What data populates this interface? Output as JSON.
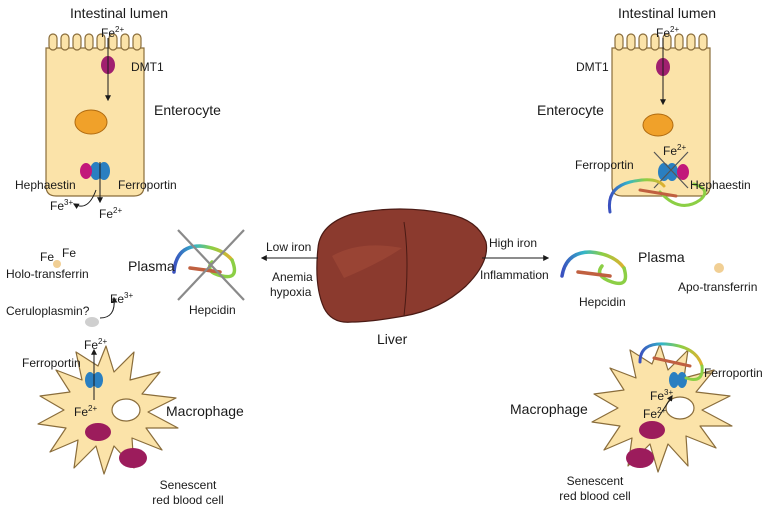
{
  "labels": {
    "lumen": "Intestinal lumen",
    "dmt1": "DMT1",
    "enterocyte": "Enterocyte",
    "hephaestin": "Hephaestin",
    "ferroportin": "Ferroportin",
    "plasma": "Plasma",
    "holo_transferrin": "Holo-transferrin",
    "apo_transferrin": "Apo-transferrin",
    "ceruloplasmin": "Ceruloplasmin?",
    "hepcidin": "Hepcidin",
    "macrophage": "Macrophage",
    "senescent_line1": "Senescent",
    "senescent_line2": "red blood cell",
    "liver": "Liver",
    "low_iron": "Low iron",
    "anemia": "Anemia",
    "hypoxia": "hypoxia",
    "high_iron": "High iron",
    "inflammation": "Inflammation"
  },
  "ions": {
    "fe": "Fe",
    "fe2_charge": "2+",
    "fe3_charge": "3+"
  },
  "colors": {
    "cell_fill": "#fbe3a9",
    "cell_stroke": "#8a6d3b",
    "nucleus": "#f0a12a",
    "dmt1": "#a0206f",
    "ferroportin": "#2a7fc1",
    "hephaestin": "#c2187a",
    "liver_main": "#8b3a2e",
    "liver_dark": "#6e2a22",
    "rbc": "#9c1c5c",
    "transferrin": "#f1cf94",
    "ceruloplasmin": "#cfcfcf",
    "cross": "#8a8a8a"
  }
}
